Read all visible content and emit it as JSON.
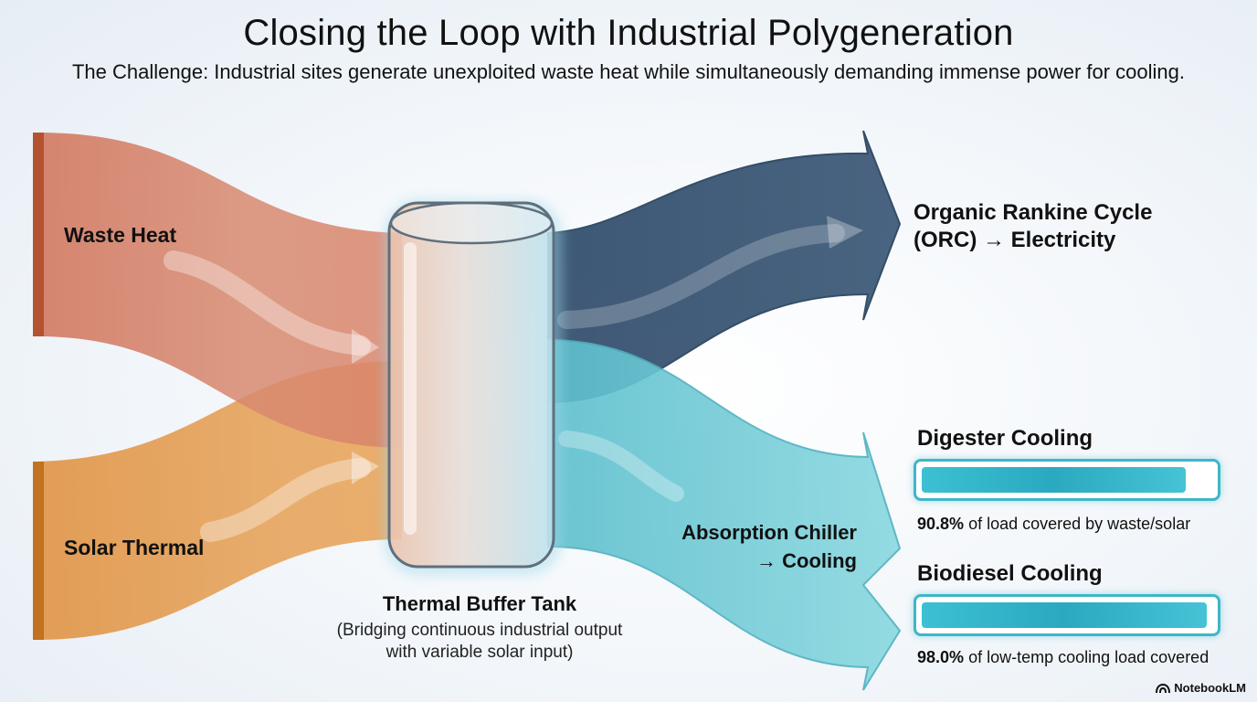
{
  "header": {
    "title": "Closing the Loop with Industrial Polygeneration",
    "subtitle": "The Challenge: Industrial sites generate unexploited waste heat while simultaneously demanding immense power for cooling."
  },
  "inputs": {
    "waste_heat": "Waste Heat",
    "solar_thermal": "Solar Thermal"
  },
  "tank": {
    "title": "Thermal Buffer Tank",
    "subtitle": "(Bridging continuous industrial output with variable solar input)"
  },
  "outputs": {
    "orc_line1": "Organic Rankine Cycle",
    "orc_line2": "(ORC) → Electricity",
    "chiller_line1": "Absorption Chiller",
    "chiller_line2": "→ Cooling"
  },
  "metrics": [
    {
      "title": "Digester Cooling",
      "value": "90.8%",
      "caption": "of load covered by waste/solar",
      "fraction": 0.908
    },
    {
      "title": "Biodiesel Cooling",
      "value": "98.0%",
      "caption": "of low-temp cooling load covered",
      "fraction": 0.98
    }
  ],
  "brand": "NotebookLM",
  "colors": {
    "waste_heat": "#d27b60",
    "solar_thermal": "#e39a4a",
    "orc": "#3a5470",
    "cooling": "#6ccbd6",
    "tank": "#cfe3ee",
    "bar_border": "#3fb6c7"
  },
  "icons": {
    "brand": "notebooklm-logo-icon"
  }
}
